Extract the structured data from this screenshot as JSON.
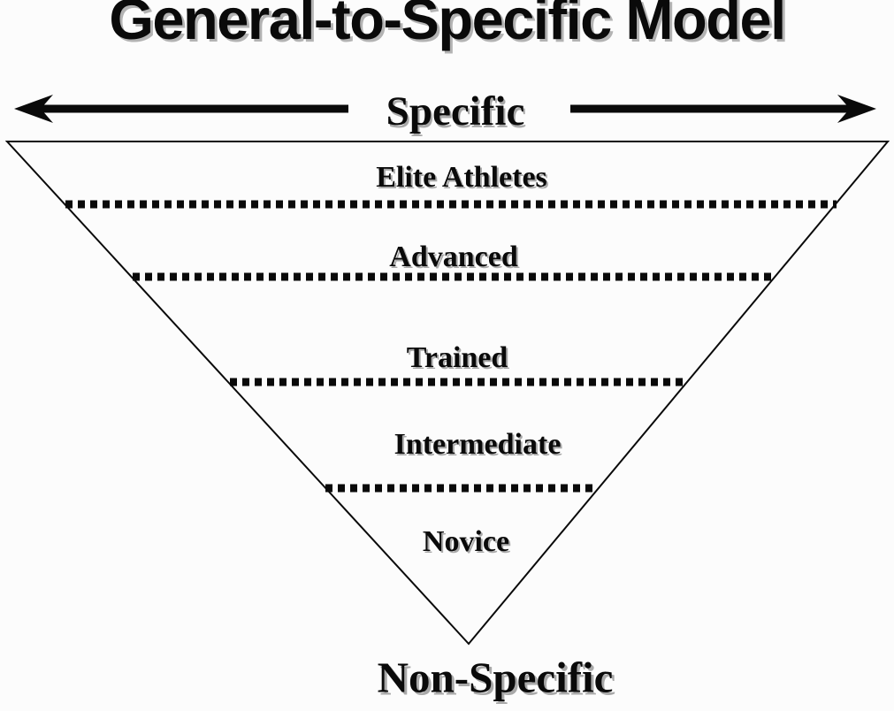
{
  "title": "General-to-Specific Model",
  "axis": {
    "top_label": "Specific",
    "bottom_label": "Non-Specific"
  },
  "funnel": {
    "levels": [
      {
        "label": "Elite Athletes"
      },
      {
        "label": "Advanced"
      },
      {
        "label": "Trained"
      },
      {
        "label": "Intermediate"
      },
      {
        "label": "Novice"
      }
    ]
  },
  "colors": {
    "ink": "#0a0a0a",
    "background": "#fcfcfc",
    "shadow": "#a9a9a9"
  }
}
